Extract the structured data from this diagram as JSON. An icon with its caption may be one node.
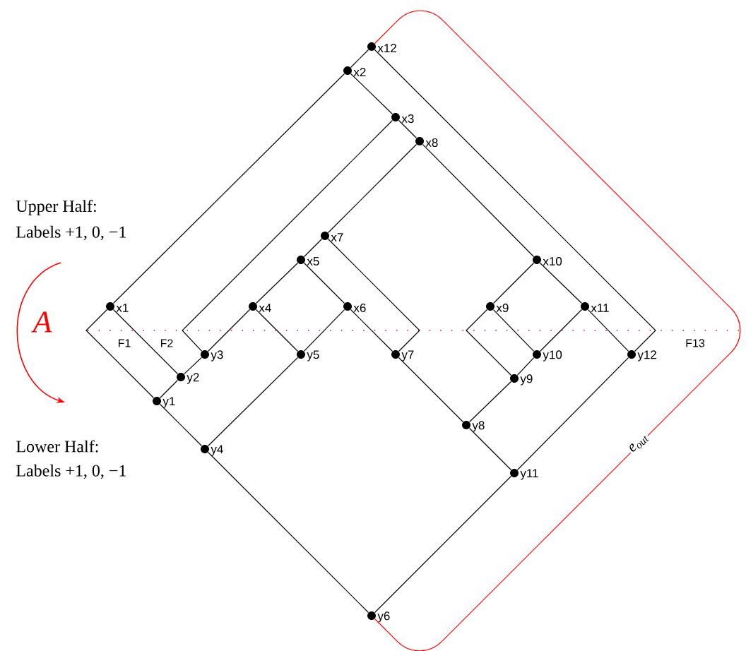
{
  "diagram": {
    "nodes": [
      {
        "text": [],
        "shape": "circle",
        "beside": [
          "x1"
        ]
      },
      {
        "text": [],
        "shape": "circle",
        "beside": [
          "x2"
        ]
      },
      {
        "text": [],
        "shape": "circle",
        "beside": [
          "x3"
        ]
      },
      {
        "text": [],
        "shape": "circle",
        "beside": [
          "x4"
        ]
      },
      {
        "text": [],
        "shape": "circle",
        "beside": [
          "x5"
        ]
      },
      {
        "text": [],
        "shape": "circle",
        "beside": [
          "x6"
        ]
      },
      {
        "text": [],
        "shape": "circle",
        "beside": [
          "x7"
        ]
      },
      {
        "text": [],
        "shape": "circle",
        "beside": [
          "x8"
        ]
      },
      {
        "text": [],
        "shape": "circle",
        "beside": [
          "x9"
        ]
      },
      {
        "text": [],
        "shape": "circle",
        "beside": [
          "x10"
        ]
      },
      {
        "text": [],
        "shape": "circle",
        "beside": [
          "x11"
        ]
      },
      {
        "text": [],
        "shape": "circle",
        "beside": [
          "x12"
        ]
      },
      {
        "text": [],
        "shape": "circle",
        "beside": [
          "y1"
        ]
      },
      {
        "text": [],
        "shape": "circle",
        "beside": [
          "y2"
        ]
      },
      {
        "text": [],
        "shape": "circle",
        "beside": [
          "y3"
        ]
      },
      {
        "text": [],
        "shape": "circle",
        "beside": [
          "y4"
        ]
      },
      {
        "text": [],
        "shape": "circle",
        "beside": [
          "y5"
        ]
      },
      {
        "text": [],
        "shape": "circle",
        "beside": [
          "y6"
        ]
      },
      {
        "text": [],
        "shape": "circle",
        "beside": [
          "y7"
        ]
      },
      {
        "text": [],
        "shape": "circle",
        "beside": [
          "y8"
        ]
      },
      {
        "text": [],
        "shape": "circle",
        "beside": [
          "y9"
        ]
      },
      {
        "text": [],
        "shape": "circle",
        "beside": [
          "y10"
        ]
      },
      {
        "text": [],
        "shape": "circle",
        "beside": [
          "y11"
        ]
      },
      {
        "text": [],
        "shape": "circle",
        "beside": [
          "y12"
        ]
      }
    ],
    "edges": [
      {
        "from": 11,
        "to": 1,
        "arrow": "none"
      },
      {
        "from": 11,
        "to": 23,
        "arrow": "none"
      },
      {
        "from": 1,
        "to": 0,
        "arrow": "none"
      },
      {
        "from": 1,
        "to": 2,
        "arrow": "none"
      },
      {
        "from": 0,
        "to": 13,
        "arrow": "none"
      },
      {
        "from": 0,
        "to": 12,
        "arrow": "none"
      },
      {
        "from": 2,
        "to": 14,
        "arrow": "none"
      },
      {
        "from": 2,
        "to": 7,
        "arrow": "none"
      },
      {
        "from": 7,
        "to": 6,
        "arrow": "none"
      },
      {
        "from": 7,
        "to": 9,
        "arrow": "none"
      },
      {
        "from": 6,
        "to": 4,
        "arrow": "none"
      },
      {
        "from": 6,
        "to": 18,
        "arrow": "none"
      },
      {
        "from": 4,
        "to": 3,
        "arrow": "none"
      },
      {
        "from": 4,
        "to": 5,
        "arrow": "none"
      },
      {
        "from": 3,
        "to": 14,
        "arrow": "none"
      },
      {
        "from": 3,
        "to": 16,
        "arrow": "none"
      },
      {
        "from": 5,
        "to": 16,
        "arrow": "none"
      },
      {
        "from": 5,
        "to": 18,
        "arrow": "none"
      },
      {
        "from": 9,
        "to": 8,
        "arrow": "none"
      },
      {
        "from": 9,
        "to": 10,
        "arrow": "none"
      },
      {
        "from": 8,
        "to": 20,
        "arrow": "none"
      },
      {
        "from": 8,
        "to": 21,
        "arrow": "none"
      },
      {
        "from": 10,
        "to": 21,
        "arrow": "none"
      },
      {
        "from": 10,
        "to": 23,
        "arrow": "none"
      },
      {
        "from": 13,
        "to": 12,
        "arrow": "none"
      },
      {
        "from": 14,
        "to": 13,
        "arrow": "none"
      },
      {
        "from": 12,
        "to": 15,
        "arrow": "none"
      },
      {
        "from": 16,
        "to": 15,
        "arrow": "none"
      },
      {
        "from": 15,
        "to": 17,
        "arrow": "none"
      },
      {
        "from": 18,
        "to": 19,
        "arrow": "none"
      },
      {
        "from": 21,
        "to": 20,
        "arrow": "none"
      },
      {
        "from": 20,
        "to": 19,
        "arrow": "none"
      },
      {
        "from": 19,
        "to": 22,
        "arrow": "none"
      },
      {
        "from": 23,
        "to": 22,
        "arrow": "none"
      },
      {
        "from": 22,
        "to": 17,
        "arrow": "none"
      },
      {
        "from": 11,
        "to": 17,
        "arrow": "none",
        "label": "e$_{out}$",
        "color": "#ff0000"
      }
    ],
    "labels": [
      "Upper Half:",
      "Labels +1, 0, −1",
      "A",
      "F1",
      "F2",
      "F13",
      "Lower Half:",
      "Labels +1, 0, −1"
    ]
  }
}
